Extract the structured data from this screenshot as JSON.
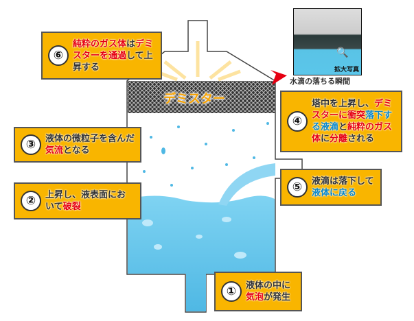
{
  "title_label": "デミスター",
  "photo": {
    "zoom_label": "拡大写真",
    "caption": "水滴の落ちる瞬間"
  },
  "callouts": [
    {
      "num": "⑥",
      "parts": [
        {
          "t": "純粋のガス体",
          "c": "r"
        },
        {
          "t": "は",
          "c": "w"
        },
        {
          "t": "デミスターを通過",
          "c": "r"
        },
        {
          "t": "して上昇する",
          "c": "w"
        }
      ]
    },
    {
      "num": "④",
      "parts": [
        {
          "t": "塔中を上昇し、",
          "c": "w"
        },
        {
          "t": "デミスターに衝突",
          "c": "r"
        },
        {
          "t": "落下する液滴",
          "c": "b"
        },
        {
          "t": "と",
          "c": "w"
        },
        {
          "t": "純粋のガス体",
          "c": "r"
        },
        {
          "t": "に",
          "c": "w"
        },
        {
          "t": "分離",
          "c": "r"
        },
        {
          "t": "される",
          "c": "w"
        }
      ]
    },
    {
      "num": "③",
      "parts": [
        {
          "t": "液体の微粒子を含んだ",
          "c": "w"
        },
        {
          "t": "気流",
          "c": "r"
        },
        {
          "t": "となる",
          "c": "w"
        }
      ]
    },
    {
      "num": "②",
      "parts": [
        {
          "t": "上昇し、液表面において",
          "c": "w"
        },
        {
          "t": "破裂",
          "c": "r"
        }
      ]
    },
    {
      "num": "⑤",
      "parts": [
        {
          "t": "液滴は落下して",
          "c": "w"
        },
        {
          "t": "液体に戻る",
          "c": "b"
        }
      ]
    },
    {
      "num": "①",
      "parts": [
        {
          "t": "液体の中に",
          "c": "w"
        },
        {
          "t": "気泡",
          "c": "r"
        },
        {
          "t": "が発生",
          "c": "w"
        }
      ]
    }
  ],
  "colors": {
    "callout": "#f9b500",
    "red": "#e60012",
    "blue": "#0a86c8",
    "liquid": "#5cc4ec"
  }
}
